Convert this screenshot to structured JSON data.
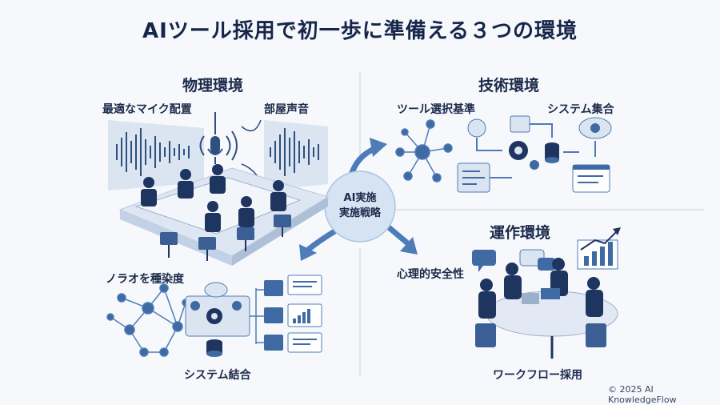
{
  "title": "AIツール採用で初一歩に準備える３つの環境",
  "center": {
    "line1": "AI実施",
    "line2": "実施戦略"
  },
  "physical": {
    "heading": "物理環境",
    "mic_label": "最適なマイク配置",
    "room_label": "部屋声音",
    "network_label": "ノラオを種染度",
    "system_label": "システム結合"
  },
  "technical": {
    "heading": "技術環境",
    "tool_label": "ツール選択基準",
    "system_label": "システム集合"
  },
  "operational": {
    "heading": "運作環境",
    "safety_label": "心理的安全性",
    "workflow_label": "ワークフロー採用"
  },
  "copyright": "© 2025 AI KnowledgeFlow",
  "colors": {
    "primary": "#3f6aa3",
    "dark": "#1e3560",
    "light": "#c9d8ec",
    "accent": "#5b86c0"
  }
}
